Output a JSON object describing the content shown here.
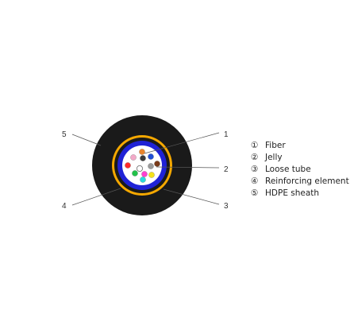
{
  "callouts": [
    {
      "id": "1",
      "text": "1"
    },
    {
      "id": "2",
      "text": "2"
    },
    {
      "id": "3",
      "text": "3"
    },
    {
      "id": "4",
      "text": "4"
    },
    {
      "id": "5",
      "text": "5"
    }
  ],
  "legend": [
    {
      "symbol": "①",
      "text": "Fiber"
    },
    {
      "symbol": "②",
      "text": "Jelly"
    },
    {
      "symbol": "③",
      "text": "Loose tube"
    },
    {
      "symbol": "④",
      "text": "Reinforcing element"
    },
    {
      "symbol": "⑤",
      "text": "HDPE sheath"
    }
  ],
  "colors": {
    "sheath": "#1a1a1a",
    "reinforcing": "#f5a800",
    "loose_tube": "#1f22d6",
    "jelly": "#ffffff",
    "leader": "#555555"
  },
  "fibers": [
    {
      "color": "#e8842c"
    },
    {
      "color": "#f3a9c8"
    },
    {
      "color": "#3a3a3a"
    },
    {
      "color": "#1f4fd6"
    },
    {
      "color": "#ff2a2a"
    },
    {
      "color": "#ffffff"
    },
    {
      "color": "#9a9a9a"
    },
    {
      "color": "#7a3b1a"
    },
    {
      "color": "#22c24a"
    },
    {
      "color": "#ff3fd0"
    },
    {
      "color": "#f5e31a"
    },
    {
      "color": "#28d8dc"
    }
  ]
}
